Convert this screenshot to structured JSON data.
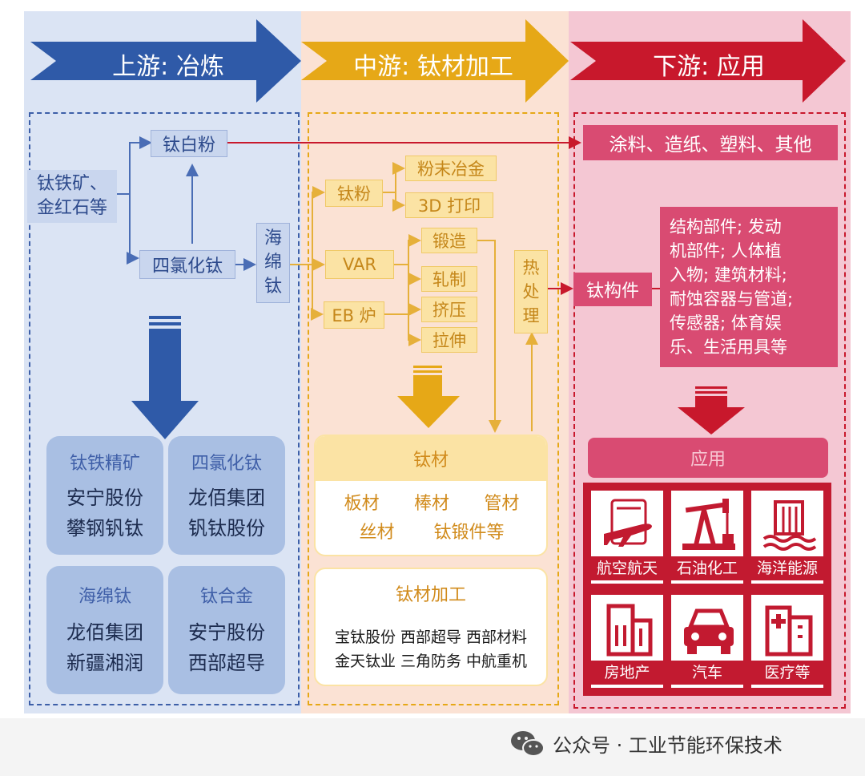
{
  "upstream": {
    "header": "上游: 冶炼",
    "source": "钛铁矿、\n金红石等",
    "titanium_white": "钛白粉",
    "ticl4": "四氯化钛",
    "sponge": "海\n绵\n钛",
    "cards": [
      {
        "title": "钛铁精矿",
        "companies": "安宁股份\n攀钢钒钛"
      },
      {
        "title": "四氯化钛",
        "companies": "龙佰集团\n钒钛股份"
      },
      {
        "title": "海绵钛",
        "companies": "龙佰集团\n新疆湘润"
      },
      {
        "title": "钛合金",
        "companies": "安宁股份\n西部超导"
      }
    ]
  },
  "midstream": {
    "header": "中游: 钛材加工",
    "ti_powder": "钛粉",
    "powder_metallurgy": "粉末冶金",
    "print3d": "3D 打印",
    "var": "VAR",
    "eb": "EB 炉",
    "forging": "锻造",
    "rolling": "轧制",
    "extrusion": "挤压",
    "drawing": "拉伸",
    "heat_treatment": "热\n处\n理",
    "materials_title": "钛材",
    "materials_row1": [
      "板材",
      "棒材",
      "管材"
    ],
    "materials_row2": [
      "丝材",
      "钛锻件等"
    ],
    "processing_title": "钛材加工",
    "processing_row1": "宝钛股份 西部超导 西部材料",
    "processing_row2": "金天钛业 三角防务 中航重机"
  },
  "downstream": {
    "header": "下游: 应用",
    "coatings": "涂料、造纸、塑料、其他",
    "component": "钛构件",
    "component_uses": "结构部件; 发动\n机部件; 人体植\n入物; 建筑材料;\n耐蚀容器与管道;\n传感器; 体育娱\n乐、生活用具等",
    "application_title": "应用",
    "applications": [
      "航空航天",
      "石油化工",
      "海洋能源",
      "房地产",
      "汽车",
      "医疗等"
    ]
  },
  "footer": {
    "source": "公众号 · 工业节能环保技术"
  },
  "colors": {
    "upstream": "#2f5aa8",
    "midstream": "#e6a817",
    "downstream": "#c8182c"
  },
  "icons": [
    "wechat-icon",
    "airplane-icon",
    "oil-pump-icon",
    "ocean-energy-icon",
    "building-icon",
    "car-icon",
    "hospital-icon"
  ]
}
